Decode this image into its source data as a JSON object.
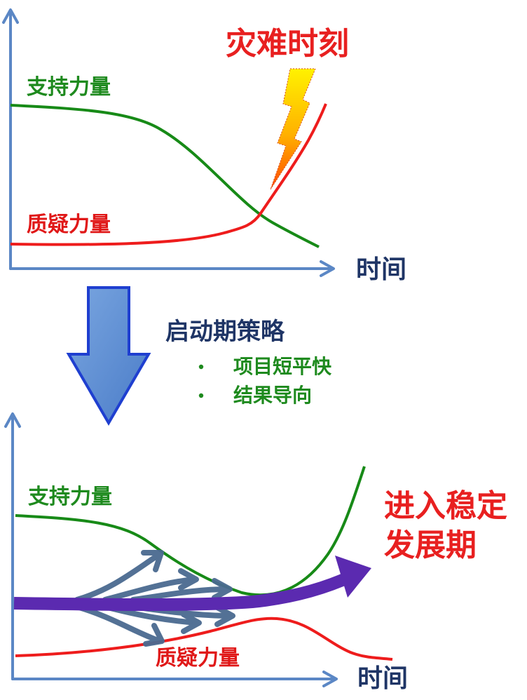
{
  "top_diagram": {
    "support_label": "支持力量",
    "doubt_label": "质疑力量",
    "time_label": "时间",
    "disaster_label": "灾难时刻"
  },
  "strategy": {
    "title": "启动期策略",
    "items": [
      "项目短平快",
      "结果导向"
    ]
  },
  "bottom_diagram": {
    "support_label": "支持力量",
    "doubt_label": "质疑力量",
    "time_label": "时间",
    "outcome_line1": "进入稳定",
    "outcome_line2": "发展期"
  },
  "colors": {
    "axis": "#5b87c5",
    "support": "#178a17",
    "doubt": "#ee1c1c",
    "arrow_main": "#5b2ab0",
    "arrow_small": "#4a6a90",
    "down_arrow_fill": "#5b8fd4",
    "down_arrow_stroke": "#1f3fd0"
  }
}
